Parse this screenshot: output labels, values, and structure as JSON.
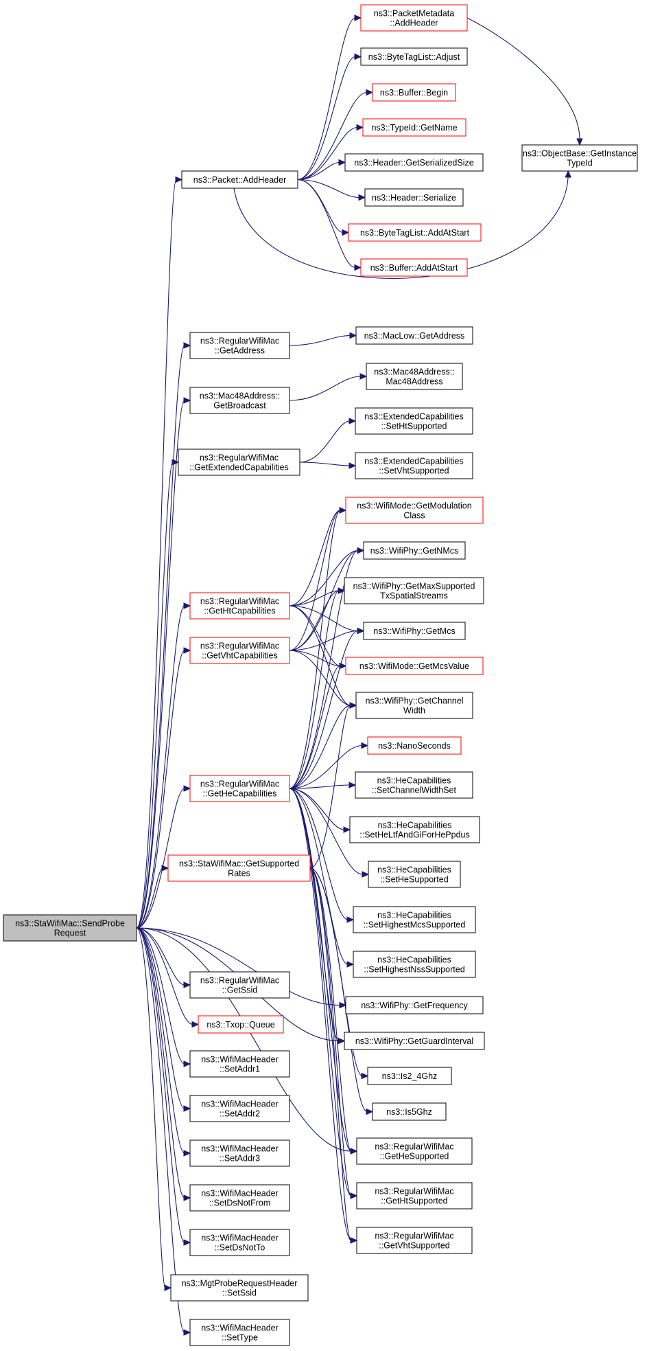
{
  "graph": {
    "root": "sendprobe",
    "nodes": [
      {
        "id": "sendprobe",
        "lines": [
          "ns3::StaWifiMac::SendProbe",
          "Request"
        ],
        "border": "black",
        "fill": "#bfbfbf"
      },
      {
        "id": "addheader",
        "lines": [
          "ns3::Packet::AddHeader"
        ],
        "border": "black"
      },
      {
        "id": "getaddress",
        "lines": [
          "ns3::RegularWifiMac",
          "::GetAddress"
        ],
        "border": "black"
      },
      {
        "id": "getbroadcast",
        "lines": [
          "ns3::Mac48Address::",
          "GetBroadcast"
        ],
        "border": "black"
      },
      {
        "id": "getextcap",
        "lines": [
          "ns3::RegularWifiMac",
          "::GetExtendedCapabilities"
        ],
        "border": "black"
      },
      {
        "id": "gethtcap",
        "lines": [
          "ns3::RegularWifiMac",
          "::GetHtCapabilities"
        ],
        "border": "red"
      },
      {
        "id": "getvhtcap",
        "lines": [
          "ns3::RegularWifiMac",
          "::GetVhtCapabilities"
        ],
        "border": "red"
      },
      {
        "id": "gethecap",
        "lines": [
          "ns3::RegularWifiMac",
          "::GetHeCapabilities"
        ],
        "border": "red"
      },
      {
        "id": "getsuprates",
        "lines": [
          "ns3::StaWifiMac::GetSupported",
          "Rates"
        ],
        "border": "red"
      },
      {
        "id": "getssid",
        "lines": [
          "ns3::RegularWifiMac",
          "::GetSsid"
        ],
        "border": "black"
      },
      {
        "id": "queue",
        "lines": [
          "ns3::Txop::Queue"
        ],
        "border": "red"
      },
      {
        "id": "setaddr1",
        "lines": [
          "ns3::WifiMacHeader",
          "::SetAddr1"
        ],
        "border": "black"
      },
      {
        "id": "setaddr2",
        "lines": [
          "ns3::WifiMacHeader",
          "::SetAddr2"
        ],
        "border": "black"
      },
      {
        "id": "setaddr3",
        "lines": [
          "ns3::WifiMacHeader",
          "::SetAddr3"
        ],
        "border": "black"
      },
      {
        "id": "setdsnotfrom",
        "lines": [
          "ns3::WifiMacHeader",
          "::SetDsNotFrom"
        ],
        "border": "black"
      },
      {
        "id": "setdsnotto",
        "lines": [
          "ns3::WifiMacHeader",
          "::SetDsNotTo"
        ],
        "border": "black"
      },
      {
        "id": "mgtsetssid",
        "lines": [
          "ns3::MgtProbeRequestHeader",
          "::SetSsid"
        ],
        "border": "black"
      },
      {
        "id": "settype",
        "lines": [
          "ns3::WifiMacHeader",
          "::SetType"
        ],
        "border": "black"
      },
      {
        "id": "pm_addheader",
        "lines": [
          "ns3::PacketMetadata",
          "::AddHeader"
        ],
        "border": "red"
      },
      {
        "id": "btl_adjust",
        "lines": [
          "ns3::ByteTagList::Adjust"
        ],
        "border": "black"
      },
      {
        "id": "buf_begin",
        "lines": [
          "ns3::Buffer::Begin"
        ],
        "border": "red"
      },
      {
        "id": "typeid_getname",
        "lines": [
          "ns3::TypeId::GetName"
        ],
        "border": "red"
      },
      {
        "id": "hdr_getsersize",
        "lines": [
          "ns3::Header::GetSerializedSize"
        ],
        "border": "black"
      },
      {
        "id": "hdr_serialize",
        "lines": [
          "ns3::Header::Serialize"
        ],
        "border": "black"
      },
      {
        "id": "btl_addatstart",
        "lines": [
          "ns3::ByteTagList::AddAtStart"
        ],
        "border": "red"
      },
      {
        "id": "buf_addatstart",
        "lines": [
          "ns3::Buffer::AddAtStart"
        ],
        "border": "red"
      },
      {
        "id": "ob_getinstance",
        "lines": [
          "ns3::ObjectBase::GetInstance",
          "TypeId"
        ],
        "border": "black"
      },
      {
        "id": "maclow_getaddr",
        "lines": [
          "ns3::MacLow::GetAddress"
        ],
        "border": "black"
      },
      {
        "id": "mac48_ctor",
        "lines": [
          "ns3::Mac48Address::",
          "Mac48Address"
        ],
        "border": "black"
      },
      {
        "id": "ext_sethtsup",
        "lines": [
          "ns3::ExtendedCapabilities",
          "::SetHtSupported"
        ],
        "border": "black"
      },
      {
        "id": "ext_setvhtsup",
        "lines": [
          "ns3::ExtendedCapabilities",
          "::SetVhtSupported"
        ],
        "border": "black"
      },
      {
        "id": "wm_getmodclass",
        "lines": [
          "ns3::WifiMode::GetModulation",
          "Class"
        ],
        "border": "red"
      },
      {
        "id": "wp_getnmcs",
        "lines": [
          "ns3::WifiPhy::GetNMcs"
        ],
        "border": "black"
      },
      {
        "id": "wp_getmaxtx",
        "lines": [
          "ns3::WifiPhy::GetMaxSupported",
          "TxSpatialStreams"
        ],
        "border": "black"
      },
      {
        "id": "wp_getmcs",
        "lines": [
          "ns3::WifiPhy::GetMcs"
        ],
        "border": "black"
      },
      {
        "id": "wm_getmcsval",
        "lines": [
          "ns3::WifiMode::GetMcsValue"
        ],
        "border": "red"
      },
      {
        "id": "wp_getchanwidth",
        "lines": [
          "ns3::WifiPhy::GetChannel",
          "Width"
        ],
        "border": "black"
      },
      {
        "id": "nanoseconds",
        "lines": [
          "ns3::NanoSeconds"
        ],
        "border": "red"
      },
      {
        "id": "hec_setchanwidth",
        "lines": [
          "ns3::HeCapabilities",
          "::SetChannelWidthSet"
        ],
        "border": "black"
      },
      {
        "id": "hec_setheltf",
        "lines": [
          "ns3::HeCapabilities",
          "::SetHeLtfAndGiForHePpdus"
        ],
        "border": "black"
      },
      {
        "id": "hec_sethesup",
        "lines": [
          "ns3::HeCapabilities",
          "::SetHeSupported"
        ],
        "border": "black"
      },
      {
        "id": "hec_sethighmcs",
        "lines": [
          "ns3::HeCapabilities",
          "::SetHighestMcsSupported"
        ],
        "border": "black"
      },
      {
        "id": "hec_sethighnss",
        "lines": [
          "ns3::HeCapabilities",
          "::SetHighestNssSupported"
        ],
        "border": "black"
      },
      {
        "id": "wp_getfreq",
        "lines": [
          "ns3::WifiPhy::GetFrequency"
        ],
        "border": "black"
      },
      {
        "id": "wp_getgi",
        "lines": [
          "ns3::WifiPhy::GetGuardInterval"
        ],
        "border": "black"
      },
      {
        "id": "is2_4ghz",
        "lines": [
          "ns3::Is2_4Ghz"
        ],
        "border": "black"
      },
      {
        "id": "is5ghz",
        "lines": [
          "ns3::Is5Ghz"
        ],
        "border": "black"
      },
      {
        "id": "rwm_gethesup",
        "lines": [
          "ns3::RegularWifiMac",
          "::GetHeSupported"
        ],
        "border": "black"
      },
      {
        "id": "rwm_gethtsup",
        "lines": [
          "ns3::RegularWifiMac",
          "::GetHtSupported"
        ],
        "border": "black"
      },
      {
        "id": "rwm_getvhtsup",
        "lines": [
          "ns3::RegularWifiMac",
          "::GetVhtSupported"
        ],
        "border": "black"
      }
    ],
    "edges": [
      [
        "sendprobe",
        "addheader"
      ],
      [
        "sendprobe",
        "getaddress"
      ],
      [
        "sendprobe",
        "getbroadcast"
      ],
      [
        "sendprobe",
        "getextcap"
      ],
      [
        "sendprobe",
        "gethtcap"
      ],
      [
        "sendprobe",
        "getvhtcap"
      ],
      [
        "sendprobe",
        "gethecap"
      ],
      [
        "sendprobe",
        "getsuprates"
      ],
      [
        "sendprobe",
        "getssid"
      ],
      [
        "sendprobe",
        "queue"
      ],
      [
        "sendprobe",
        "setaddr1"
      ],
      [
        "sendprobe",
        "setaddr2"
      ],
      [
        "sendprobe",
        "setaddr3"
      ],
      [
        "sendprobe",
        "setdsnotfrom"
      ],
      [
        "sendprobe",
        "setdsnotto"
      ],
      [
        "sendprobe",
        "mgtsetssid"
      ],
      [
        "sendprobe",
        "settype"
      ],
      [
        "sendprobe",
        "wp_getfreq"
      ],
      [
        "sendprobe",
        "wp_getgi"
      ],
      [
        "sendprobe",
        "rwm_gethesup"
      ],
      [
        "addheader",
        "pm_addheader"
      ],
      [
        "addheader",
        "btl_adjust"
      ],
      [
        "addheader",
        "buf_begin"
      ],
      [
        "addheader",
        "typeid_getname"
      ],
      [
        "addheader",
        "hdr_getsersize"
      ],
      [
        "addheader",
        "hdr_serialize"
      ],
      [
        "addheader",
        "btl_addatstart"
      ],
      [
        "addheader",
        "buf_addatstart"
      ],
      [
        "addheader",
        "ob_getinstance"
      ],
      [
        "pm_addheader",
        "ob_getinstance"
      ],
      [
        "getaddress",
        "maclow_getaddr"
      ],
      [
        "getbroadcast",
        "mac48_ctor"
      ],
      [
        "getextcap",
        "ext_sethtsup"
      ],
      [
        "getextcap",
        "ext_setvhtsup"
      ],
      [
        "gethtcap",
        "wm_getmodclass"
      ],
      [
        "gethtcap",
        "wp_getnmcs"
      ],
      [
        "gethtcap",
        "wp_getmaxtx"
      ],
      [
        "gethtcap",
        "wp_getmcs"
      ],
      [
        "gethtcap",
        "wm_getmcsval"
      ],
      [
        "gethtcap",
        "wp_getchanwidth"
      ],
      [
        "getvhtcap",
        "wm_getmodclass"
      ],
      [
        "getvhtcap",
        "wp_getnmcs"
      ],
      [
        "getvhtcap",
        "wp_getmaxtx"
      ],
      [
        "getvhtcap",
        "wp_getmcs"
      ],
      [
        "getvhtcap",
        "wm_getmcsval"
      ],
      [
        "getvhtcap",
        "wp_getchanwidth"
      ],
      [
        "gethecap",
        "wm_getmodclass"
      ],
      [
        "gethecap",
        "wp_getnmcs"
      ],
      [
        "gethecap",
        "wp_getmaxtx"
      ],
      [
        "gethecap",
        "wp_getmcs"
      ],
      [
        "gethecap",
        "wm_getmcsval"
      ],
      [
        "gethecap",
        "wp_getchanwidth"
      ],
      [
        "gethecap",
        "nanoseconds"
      ],
      [
        "gethecap",
        "hec_setchanwidth"
      ],
      [
        "gethecap",
        "hec_setheltf"
      ],
      [
        "gethecap",
        "hec_sethesup"
      ],
      [
        "gethecap",
        "hec_sethighmcs"
      ],
      [
        "gethecap",
        "hec_sethighnss"
      ],
      [
        "gethecap",
        "wp_getgi"
      ],
      [
        "gethecap",
        "rwm_gethesup"
      ],
      [
        "gethecap",
        "rwm_gethtsup"
      ],
      [
        "gethecap",
        "rwm_getvhtsup"
      ],
      [
        "getsuprates",
        "wp_getchanwidth"
      ],
      [
        "getsuprates",
        "is2_4ghz"
      ],
      [
        "getsuprates",
        "is5ghz"
      ],
      [
        "getsuprates",
        "rwm_gethtsup"
      ],
      [
        "getsuprates",
        "rwm_getvhtsup"
      ],
      [
        "getsuprates",
        "rwm_gethesup"
      ]
    ]
  }
}
